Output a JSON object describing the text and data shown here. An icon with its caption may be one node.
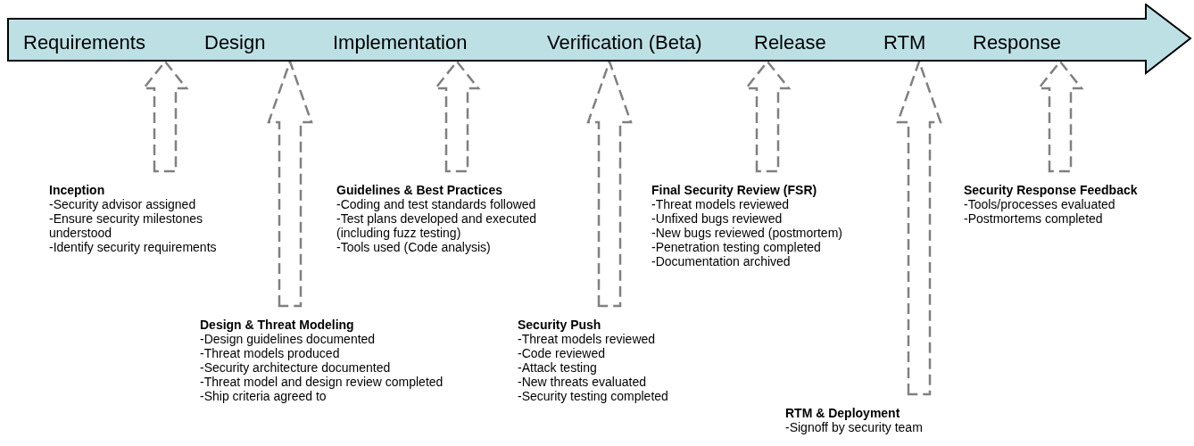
{
  "diagram": {
    "nodes": [
      {
        "text": [
          "Requirements",
          "Design",
          "Implementation",
          "Verification (Beta)",
          "Release",
          "RTM",
          "Response"
        ]
      },
      {
        "text": [
          "Inception",
          "-Security advisor assigned",
          "-Ensure security milestones understood",
          "-Identify security requirements"
        ]
      },
      {
        "text": [
          "Guidelines & Best Practices",
          "-Coding and test standards followed",
          "-Test plans developed and executed (including fuzz testing)",
          "-Tools used (Code analysis)"
        ]
      },
      {
        "text": [
          "Final Security Review (FSR)",
          "-Threat models reviewed",
          "-Unfixed bugs reviewed",
          "-New bugs reviewed (postmortem)",
          "-Penetration testing completed",
          "-Documentation archived"
        ]
      },
      {
        "text": [
          "Security Response Feedback",
          "-Tools/processes evaluated",
          "-Postmortems completed"
        ]
      },
      {
        "text": [
          "Design & Threat Modeling",
          "-Design guidelines documented",
          "-Threat models produced",
          "-Security architecture documented",
          "-Threat model and design review completed",
          "-Ship criteria agreed to"
        ]
      },
      {
        "text": [
          "Security Push",
          "-Threat models reviewed",
          "-Code reviewed",
          "-Attack testing",
          "-New threats evaluated",
          "-Security testing completed"
        ]
      },
      {
        "text": [
          "RTM & Deployment",
          "-Signoff by security team"
        ]
      }
    ],
    "edges": [
      {
        "from": 1,
        "to": 0,
        "arrow": "to",
        "style": "dashed"
      },
      {
        "from": 5,
        "to": 0,
        "arrow": "to",
        "style": "dashed"
      },
      {
        "from": 2,
        "to": 0,
        "arrow": "to",
        "style": "dashed"
      },
      {
        "from": 6,
        "to": 0,
        "arrow": "to",
        "style": "dashed"
      },
      {
        "from": 3,
        "to": 0,
        "arrow": "to",
        "style": "dashed"
      },
      {
        "from": 7,
        "to": 0,
        "arrow": "to",
        "style": "dashed"
      },
      {
        "from": 4,
        "to": 0,
        "arrow": "to",
        "style": "dashed"
      }
    ]
  }
}
